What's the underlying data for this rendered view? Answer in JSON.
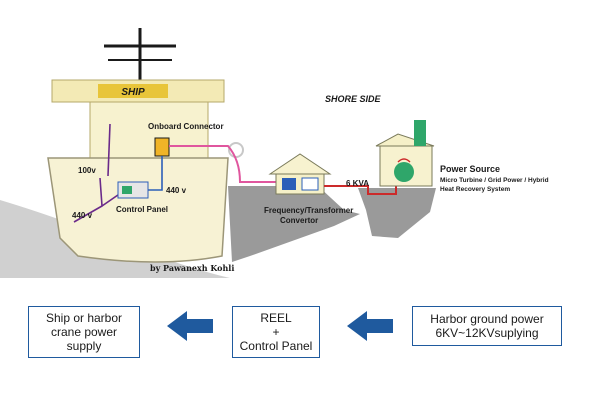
{
  "diagram": {
    "ship_label": "SHIP",
    "shore_side": "SHORE SIDE",
    "onboard_connector": "Onboard Connector",
    "v100": "100v",
    "v440_right": "440 v",
    "v440_left": "440 v",
    "control_panel": "Control Panel",
    "kva": "6 KVA",
    "freq_line1": "Frequency/Transformer",
    "freq_line2": "Convertor",
    "power_source": "Power Source",
    "power_sub1": "Micro Turbine / Grid Power / Hybrid",
    "power_sub2": "Heat Recovery System",
    "credit": "by Pawanexh Kohli"
  },
  "flow": {
    "box_left": "Ship or harbor\ncrane power\nsupply",
    "box_middle": "REEL\n+\nControl Panel",
    "box_right": "Harbor ground power\n6KV~12KVsuplying"
  },
  "colors": {
    "cable_pink": "#e0569e",
    "cable_blue": "#2c5fb8",
    "cable_red": "#cc2a2a",
    "cable_purple": "#6a2a8a",
    "arrow_blue": "#1f5a9e",
    "ship_cream": "#f5f0c8",
    "shore_grey": "#9a9a9a",
    "water": "#c9c9c9"
  }
}
